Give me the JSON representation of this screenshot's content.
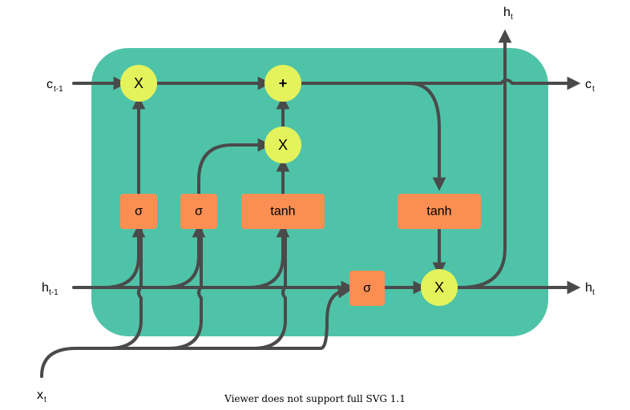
{
  "colors": {
    "cell": "#4fc3a7",
    "op": "#e4f35b",
    "layer": "#fb8e52",
    "wire": "#4a4a4a"
  },
  "labels": {
    "c_prev": {
      "main": "c",
      "sub": "t-1"
    },
    "c_next": {
      "main": "c",
      "sub": "t"
    },
    "h_prev": {
      "main": "h",
      "sub": "t-1"
    },
    "h_next": {
      "main": "h",
      "sub": "t"
    },
    "h_top": {
      "main": "h",
      "sub": "t"
    },
    "x_in": {
      "main": "x",
      "sub": "t"
    }
  },
  "ops": {
    "forget_mult": "X",
    "add": "+",
    "input_mult": "X",
    "output_mult": "X"
  },
  "layers": {
    "forget_gate": "σ",
    "input_gate": "σ",
    "candidate": "tanh",
    "output_gate": "σ",
    "cell_tanh": "tanh"
  },
  "footer": "Viewer does not support full SVG 1.1"
}
